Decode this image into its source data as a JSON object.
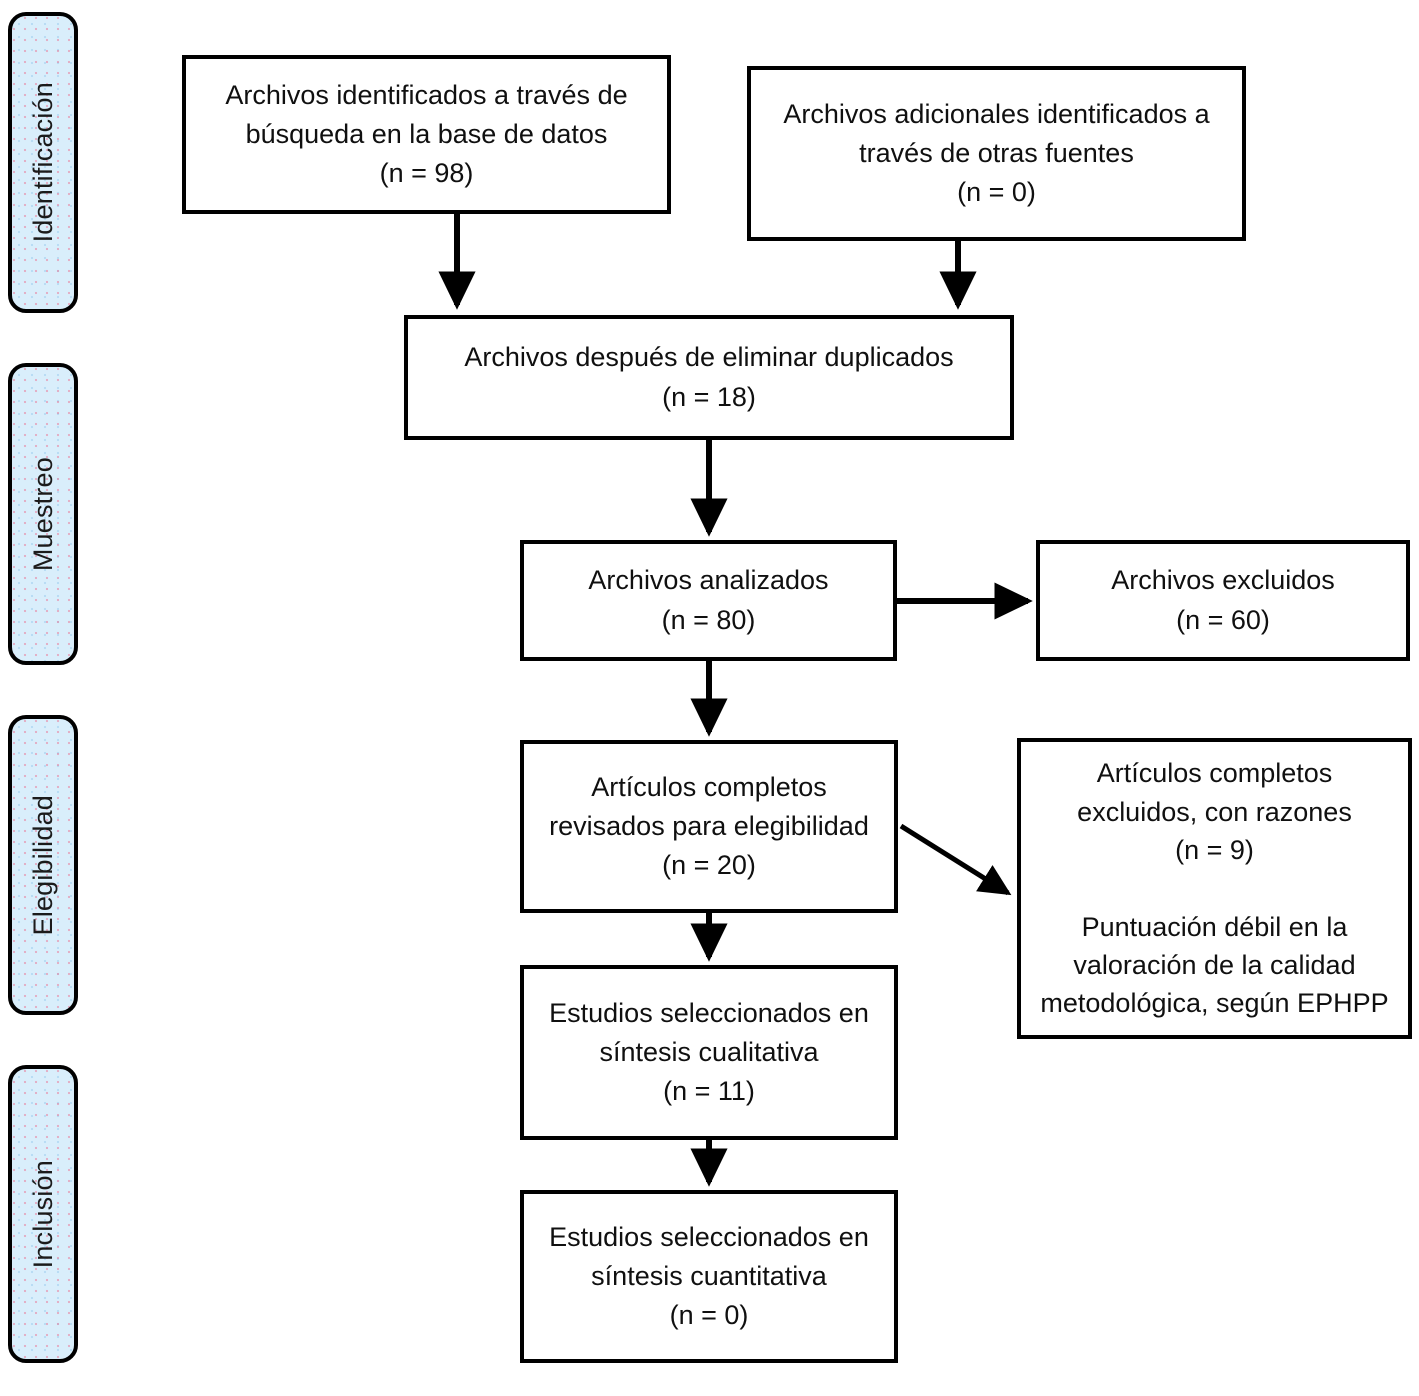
{
  "diagram": {
    "title": "PRISMA flow diagram",
    "accent_color": "#d9eefb",
    "border_color": "#000000",
    "text_color": "#101010"
  },
  "phases": [
    {
      "label": "Identificación"
    },
    {
      "label": "Muestreo"
    },
    {
      "label": "Elegibilidad"
    },
    {
      "label": "Inclusión"
    }
  ],
  "nodes": {
    "identified_db": {
      "text": "Archivos identificados a través de\nbúsqueda en la base de datos\n(n = 98)",
      "count_label": "(n = 98)",
      "count": 98
    },
    "identified_other": {
      "text": "Archivos adicionales identificados a\ntravés de otras fuentes\n(n = 0)",
      "count_label": "(n = 0)",
      "count": 0
    },
    "after_duplicates": {
      "text": "Archivos después de eliminar duplicados\n(n = 18)",
      "count_label": "(n = 18)",
      "count": 18
    },
    "screened": {
      "text": "Archivos analizados\n(n = 80)",
      "count_label": "(n = 80)",
      "count": 80
    },
    "excluded": {
      "text": "Archivos excluidos\n(n = 60)",
      "count_label": "(n = 60)",
      "count": 60
    },
    "eligibility": {
      "text": "Artículos completos\nrevisados para elegibilidad\n(n = 20)",
      "count_label": "(n = 20)",
      "count": 20
    },
    "excluded_reasons": {
      "text": "Artículos completos\nexcluidos, con razones\n(n = 9)\n\nPuntuación débil en la\nvaloración de la calidad\nmetodológica, según EPHPP",
      "count_label": "(n = 9)",
      "count": 9
    },
    "qualitative": {
      "text": "Estudios seleccionados en\nsíntesis cualitativa\n(n = 11)",
      "count_label": "(n = 11)",
      "count": 11
    },
    "quantitative": {
      "text": "Estudios seleccionados en\nsíntesis cuantitativa\n(n = 0)",
      "count_label": "(n = 0)",
      "count": 0
    }
  },
  "chart_data": {
    "type": "diagram",
    "title": "Diagrama de flujo PRISMA",
    "stages": [
      "Identificación",
      "Muestreo",
      "Elegibilidad",
      "Inclusión"
    ],
    "steps": [
      {
        "id": "identified_db",
        "stage": "Identificación",
        "label": "Archivos identificados a través de búsqueda en la base de datos",
        "n": 98
      },
      {
        "id": "identified_other",
        "stage": "Identificación",
        "label": "Archivos adicionales identificados a través de otras fuentes",
        "n": 0
      },
      {
        "id": "after_duplicates",
        "stage": "Muestreo",
        "label": "Archivos después de eliminar duplicados",
        "n": 18
      },
      {
        "id": "screened",
        "stage": "Muestreo",
        "label": "Archivos analizados",
        "n": 80
      },
      {
        "id": "excluded",
        "stage": "Muestreo",
        "label": "Archivos excluidos",
        "n": 60
      },
      {
        "id": "eligibility",
        "stage": "Elegibilidad",
        "label": "Artículos completos revisados para elegibilidad",
        "n": 20
      },
      {
        "id": "excluded_reasons",
        "stage": "Elegibilidad",
        "label": "Artículos completos excluidos, con razones — Puntuación débil en la valoración de la calidad metodológica, según EPHPP",
        "n": 9
      },
      {
        "id": "qualitative",
        "stage": "Inclusión",
        "label": "Estudios seleccionados en síntesis cualitativa",
        "n": 11
      },
      {
        "id": "quantitative",
        "stage": "Inclusión",
        "label": "Estudios seleccionados en síntesis cuantitativa",
        "n": 0
      }
    ],
    "edges": [
      {
        "from": "identified_db",
        "to": "after_duplicates"
      },
      {
        "from": "identified_other",
        "to": "after_duplicates"
      },
      {
        "from": "after_duplicates",
        "to": "screened"
      },
      {
        "from": "screened",
        "to": "excluded"
      },
      {
        "from": "screened",
        "to": "eligibility"
      },
      {
        "from": "eligibility",
        "to": "excluded_reasons"
      },
      {
        "from": "eligibility",
        "to": "qualitative"
      },
      {
        "from": "qualitative",
        "to": "quantitative"
      }
    ]
  }
}
